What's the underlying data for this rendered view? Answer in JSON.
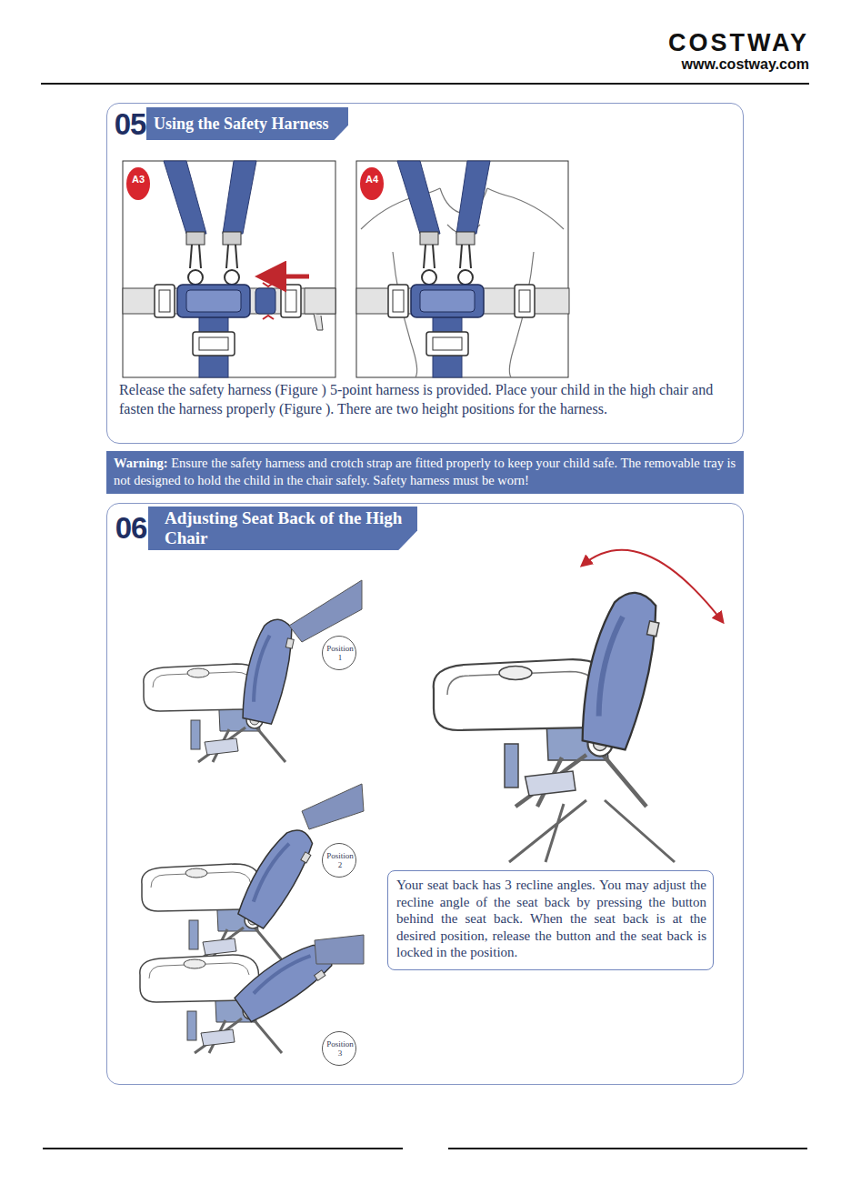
{
  "diagram": {
    "nodes": [
      {
        "text": [
          "05",
          "Using the Safety Harness",
          "Release the safety harness (Figure ) 5-point harness is provided. Place your child in the high chair and fasten the harness properly (Figure ). There are two height positions for the harness."
        ]
      },
      {
        "text": [
          "A3"
        ],
        "in": 0
      },
      {
        "text": [
          "A4"
        ],
        "in": 0
      },
      {
        "text": [
          "Warning:",
          "Ensure the safety harness and crotch strap are fitted properly to keep your child safe. The removable tray is not designed to hold the child in the chair safely. Safety harness must be worn!"
        ]
      },
      {
        "text": [
          "06",
          "Adjusting Seat Back of the High Chair"
        ]
      },
      {
        "text": [
          "Position 1"
        ],
        "in": 4
      },
      {
        "text": [
          "Position 2"
        ],
        "in": 4
      },
      {
        "text": [
          "Position 3"
        ],
        "in": 4
      },
      {
        "text": [
          "Your seat back has 3 recline angles. You may adjust the recline angle of the seat back by pressing the button behind the seat back. When the seat back is at the desired position, release the button and the seat back is locked in the position."
        ],
        "in": 4
      }
    ],
    "labels": [
      "COSTWAY",
      "www.costway.com"
    ]
  }
}
